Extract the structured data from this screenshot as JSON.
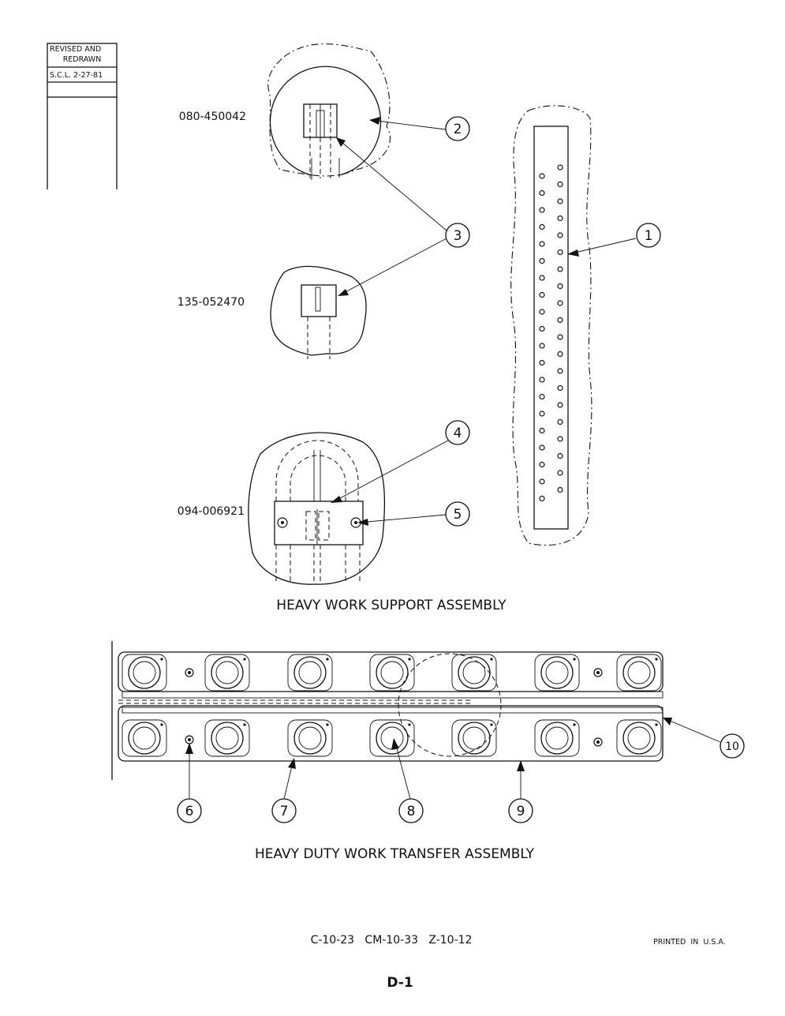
{
  "revision_block": {
    "line1": "REVISED AND",
    "line2": "REDRAWN",
    "line3": "S.C.L. 2-27-81"
  },
  "support_assembly": {
    "title": "HEAVY WORK SUPPORT ASSEMBLY",
    "part_numbers": {
      "top_detail": "080-450042",
      "middle_detail": "135-052470",
      "bottom_detail": "094-006921"
    }
  },
  "transfer_assembly": {
    "title": "HEAVY DUTY WORK TRANSFER ASSEMBLY"
  },
  "callouts": [
    "1",
    "2",
    "3",
    "4",
    "5",
    "6",
    "7",
    "8",
    "9",
    "10"
  ],
  "footer": {
    "models": "C-10-23   CM-10-33   Z-10-12",
    "printed": "PRINTED  IN  U.S.A.",
    "page": "D-1"
  }
}
